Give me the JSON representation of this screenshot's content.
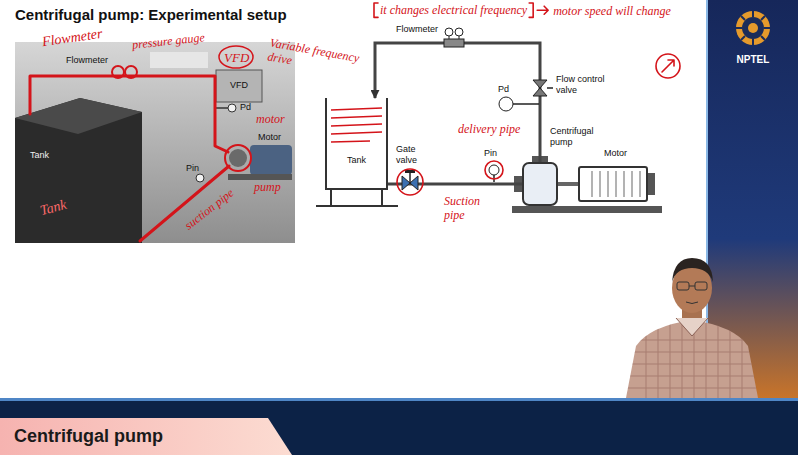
{
  "diagram": {
    "title": "Centrifugal pump: Experimental setup",
    "caption": "Centrifugal pump",
    "nodes": [
      {
        "text": [
          "Tank"
        ]
      },
      {
        "text": [
          "Centrifugal pump"
        ]
      },
      {
        "text": [
          "Motor"
        ]
      }
    ],
    "edges": [
      {
        "from": 0,
        "to": 1,
        "arrow": "none"
      },
      {
        "from": 1,
        "to": 0,
        "arrow": "to"
      },
      {
        "from": 1,
        "to": 2,
        "arrow": "none"
      }
    ],
    "labels": [
      "Flowmeter",
      "Flowmeter",
      "pressure gauge",
      "VFD",
      "VFD",
      "Variable frequency drive",
      "it changes electrical frequency",
      "motor speed will change",
      "Pd",
      "motor",
      "Motor",
      "Pin",
      "pump",
      "suction pipe",
      "Tank",
      "Tank",
      "Flowmeter",
      "Flow control valve",
      "Pd",
      "delivery pipe",
      "Gate valve",
      "Pin",
      "Suction pipe",
      "NPTEL"
    ]
  }
}
